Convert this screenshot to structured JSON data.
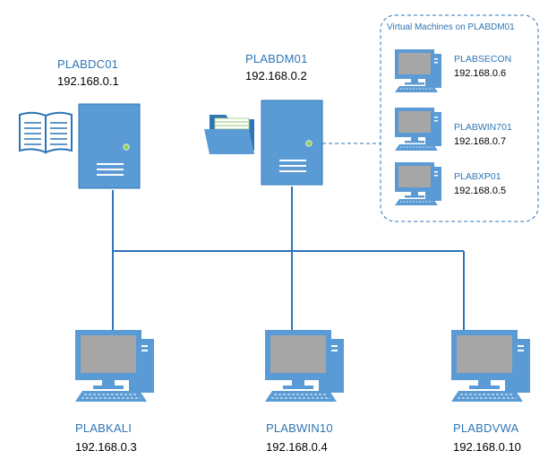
{
  "servers": [
    {
      "name": "PLABDC01",
      "ip": "192.168.0.1",
      "icon": "book-icon"
    },
    {
      "name": "PLABDM01",
      "ip": "192.168.0.2",
      "icon": "folder-icon"
    }
  ],
  "vm_group": {
    "title": "Virtual Machines on PLABDM01",
    "machines": [
      {
        "name": "PLABSECON",
        "ip": "192.168.0.6"
      },
      {
        "name": "PLABWIN701",
        "ip": "192.168.0.7"
      },
      {
        "name": "PLABXP01",
        "ip": "192.168.0.5"
      }
    ]
  },
  "clients": [
    {
      "name": "PLABKALI",
      "ip": "192.168.0.3"
    },
    {
      "name": "PLABWIN10",
      "ip": "192.168.0.4"
    },
    {
      "name": "PLABDVWA",
      "ip": "192.168.0.10"
    }
  ],
  "colors": {
    "device_blue": "#5b9bd5",
    "device_dark": "#2e75b6",
    "line_blue": "#2e75b6",
    "screen_gray": "#a6a6a6"
  }
}
